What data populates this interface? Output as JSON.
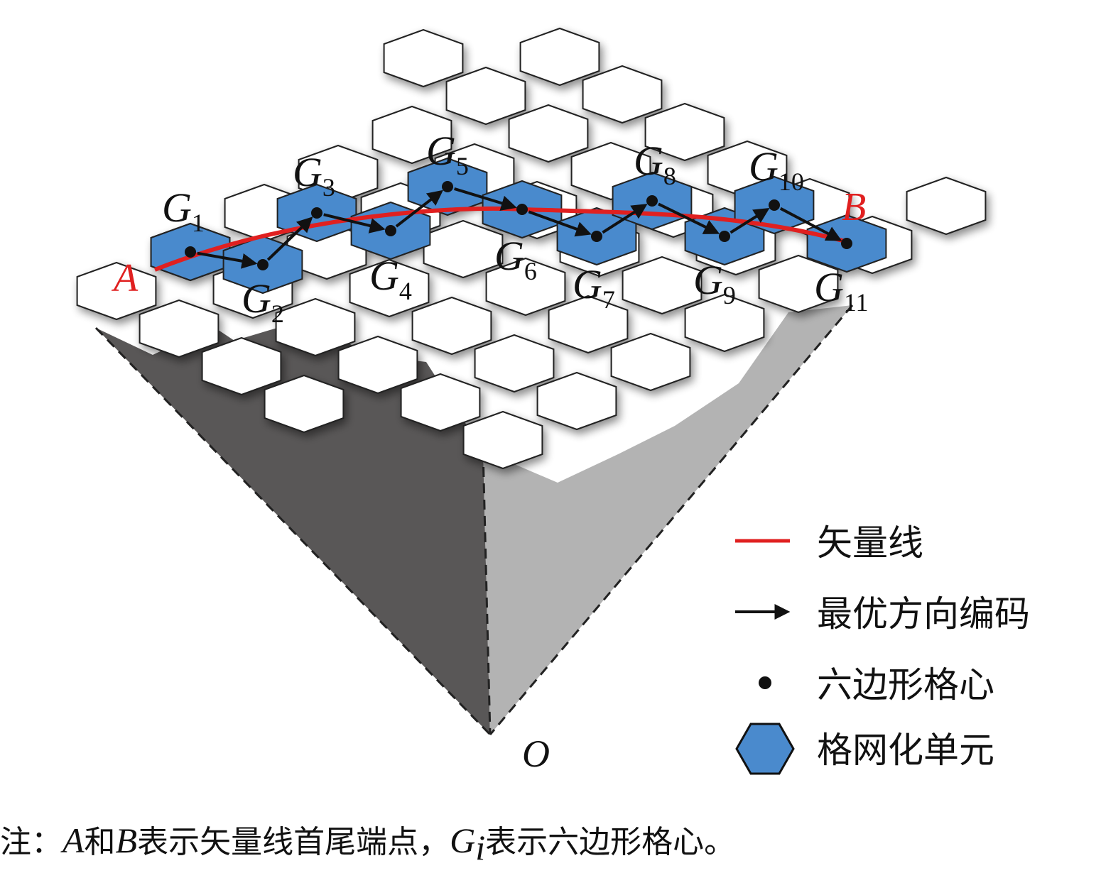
{
  "hex_cells": {
    "G1": "G",
    "G2": "G",
    "G3": "G",
    "G4": "G",
    "G5": "G",
    "G6": "G",
    "G7": "G",
    "G8": "G",
    "G9": "G",
    "G10": "G",
    "G11": "G"
  },
  "points": [
    {
      "name": "G",
      "sub": "1"
    },
    {
      "name": "G",
      "sub": "2"
    },
    {
      "name": "G",
      "sub": "3"
    },
    {
      "name": "G",
      "sub": "4"
    },
    {
      "name": "G",
      "sub": "5"
    },
    {
      "name": "G",
      "sub": "6"
    },
    {
      "name": "G",
      "sub": "7"
    },
    {
      "name": "G",
      "sub": "8"
    },
    {
      "name": "G",
      "sub": "9"
    },
    {
      "name": "G",
      "sub": "10"
    },
    {
      "name": "G",
      "sub": "11"
    }
  ],
  "endpoints": {
    "start": "A",
    "end": "B"
  },
  "origin": "O",
  "legend": {
    "vector_line": "矢量线",
    "direction_code": "最优方向编码",
    "hex_center": "六边形格心",
    "grid_cell": "格网化单元"
  },
  "note": {
    "prefix": "注：",
    "a": "A",
    "and": "和",
    "b": "B",
    "mid": "表示矢量线首尾端点，",
    "g": "G",
    "i": "i",
    "suffix": "表示六边形格心。"
  },
  "colors": {
    "cell_fill": "#4a8acd",
    "vector_line": "#e02020",
    "face_dark": "#595757",
    "face_light": "#b3b3b3"
  }
}
